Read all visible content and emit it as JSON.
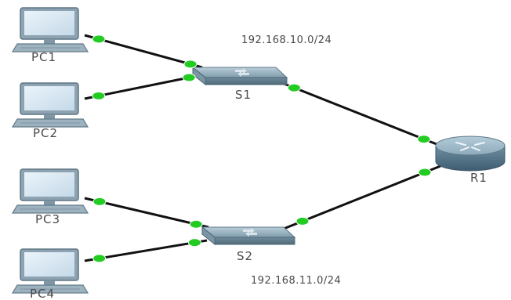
{
  "diagram": {
    "devices": [
      {
        "id": "pc1",
        "type": "pc",
        "label": "PC1"
      },
      {
        "id": "pc2",
        "type": "pc",
        "label": "PC2"
      },
      {
        "id": "pc3",
        "type": "pc",
        "label": "PC3"
      },
      {
        "id": "pc4",
        "type": "pc",
        "label": "PC4"
      },
      {
        "id": "s1",
        "type": "switch",
        "label": "S1"
      },
      {
        "id": "s2",
        "type": "switch",
        "label": "S2"
      },
      {
        "id": "r1",
        "type": "router",
        "label": "R1"
      }
    ],
    "links": [
      {
        "from": "pc1",
        "to": "s1",
        "status": "up"
      },
      {
        "from": "pc2",
        "to": "s1",
        "status": "up"
      },
      {
        "from": "pc3",
        "to": "s2",
        "status": "up"
      },
      {
        "from": "pc4",
        "to": "s2",
        "status": "up"
      },
      {
        "from": "s1",
        "to": "r1",
        "status": "up"
      },
      {
        "from": "s2",
        "to": "r1",
        "status": "up"
      }
    ],
    "networks": [
      {
        "id": "net1",
        "label": "192.168.10.0/24"
      },
      {
        "id": "net2",
        "label": "192.168.11.0/24"
      }
    ],
    "colors": {
      "link": "#111111",
      "link_status_up": "#22cc22",
      "device_body": "#8fa6b4",
      "screen": "#d6e6f4",
      "label": "#4a4a4a"
    }
  }
}
